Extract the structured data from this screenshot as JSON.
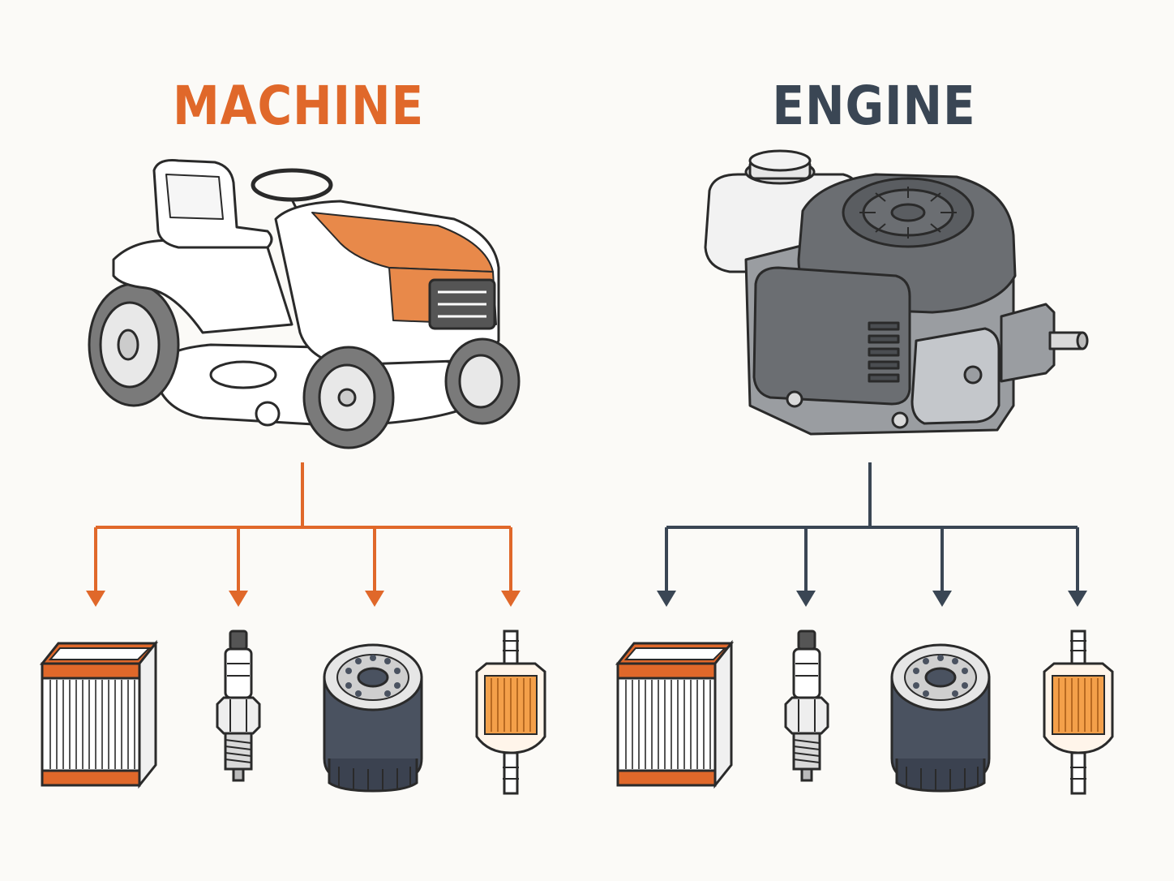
{
  "colors": {
    "accent_orange": "#e0682a",
    "slate": "#3a4654",
    "background": "#fbfaf7",
    "outline": "#2a2a2a",
    "engine_gray": "#6b6e72",
    "filter_dark": "#4a5260",
    "fuel_filter_fill": "#f4a04a"
  },
  "groups": [
    {
      "title": "MACHINE",
      "color": "#e0682a",
      "illustration": "riding-lawn-mower",
      "parts": [
        "air-filter",
        "spark-plug",
        "oil-filter",
        "fuel-filter"
      ]
    },
    {
      "title": "ENGINE",
      "color": "#3a4654",
      "illustration": "small-engine",
      "parts": [
        "air-filter",
        "spark-plug",
        "oil-filter",
        "fuel-filter"
      ]
    }
  ]
}
